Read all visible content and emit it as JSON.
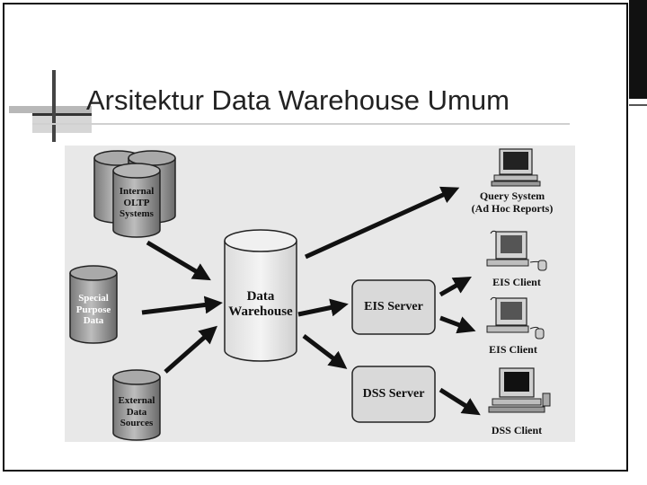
{
  "slide": {
    "title": "Arsitektur Data Warehouse Umum"
  },
  "diagram": {
    "sources": {
      "internal": [
        "Internal",
        "OLTP",
        "Systems"
      ],
      "special": [
        "Special",
        "Purpose",
        "Data"
      ],
      "external": [
        "External",
        "Data",
        "Sources"
      ]
    },
    "warehouse": [
      "Data",
      "Warehouse"
    ],
    "servers": {
      "eis": "EIS Server",
      "dss": "DSS Server"
    },
    "clients": {
      "query": [
        "Query System",
        "(Ad Hoc Reports)"
      ],
      "eis_1": "EIS Client",
      "eis_2": "EIS Client",
      "dss": "DSS Client"
    }
  }
}
